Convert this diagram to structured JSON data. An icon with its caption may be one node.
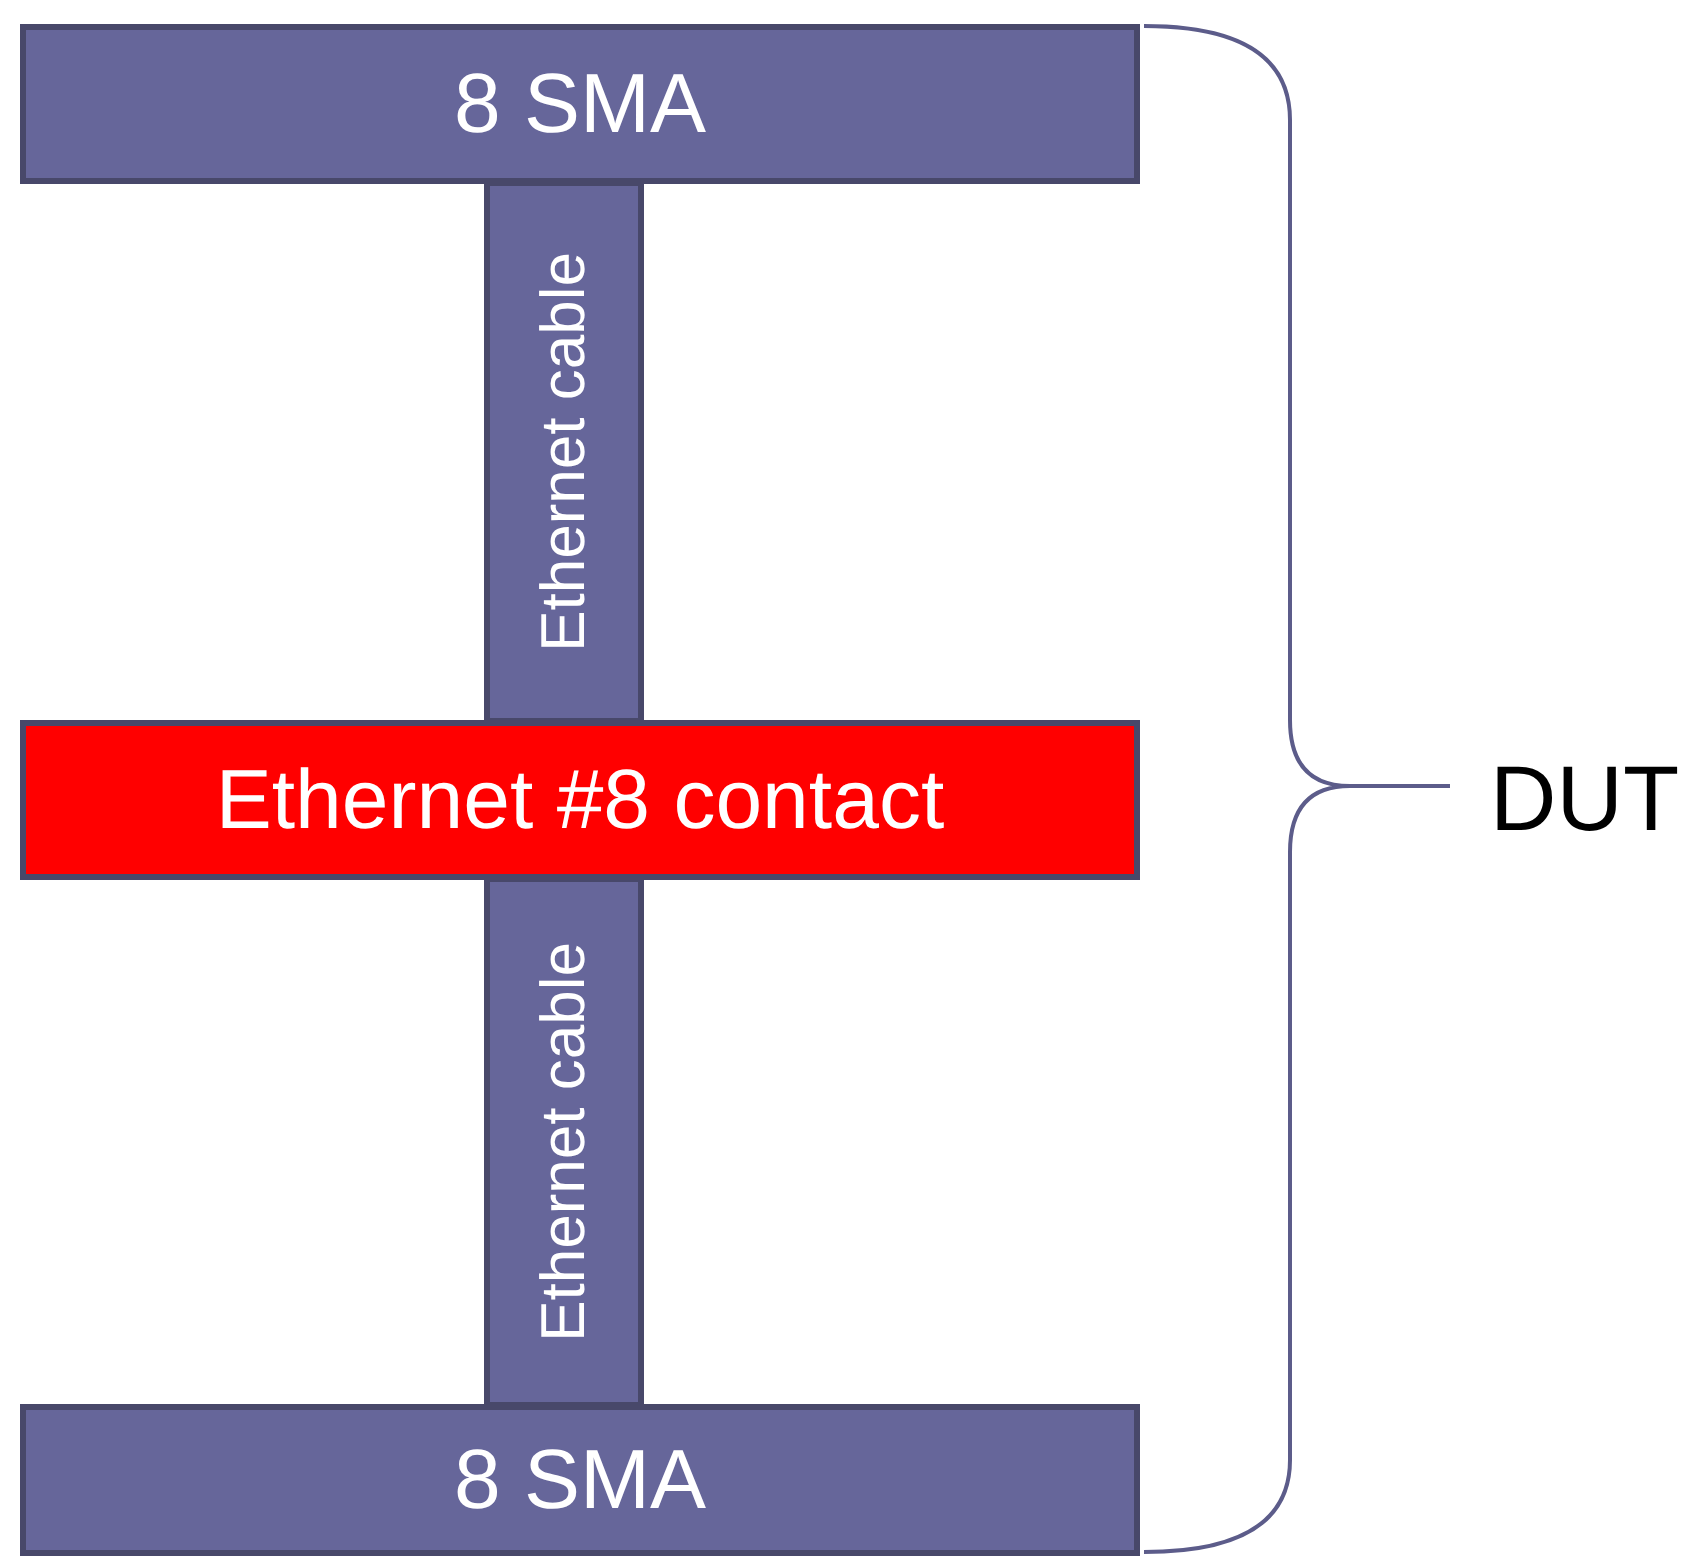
{
  "diagram": {
    "nodes": [
      {
        "text": [
          "8 SMA"
        ]
      },
      {
        "text": [
          "Ethernet cable"
        ]
      },
      {
        "text": [
          "Ethernet #8 contact"
        ]
      },
      {
        "text": [
          "Ethernet cable"
        ]
      },
      {
        "text": [
          "8 SMA"
        ]
      }
    ],
    "labels": [
      "DUT"
    ]
  }
}
